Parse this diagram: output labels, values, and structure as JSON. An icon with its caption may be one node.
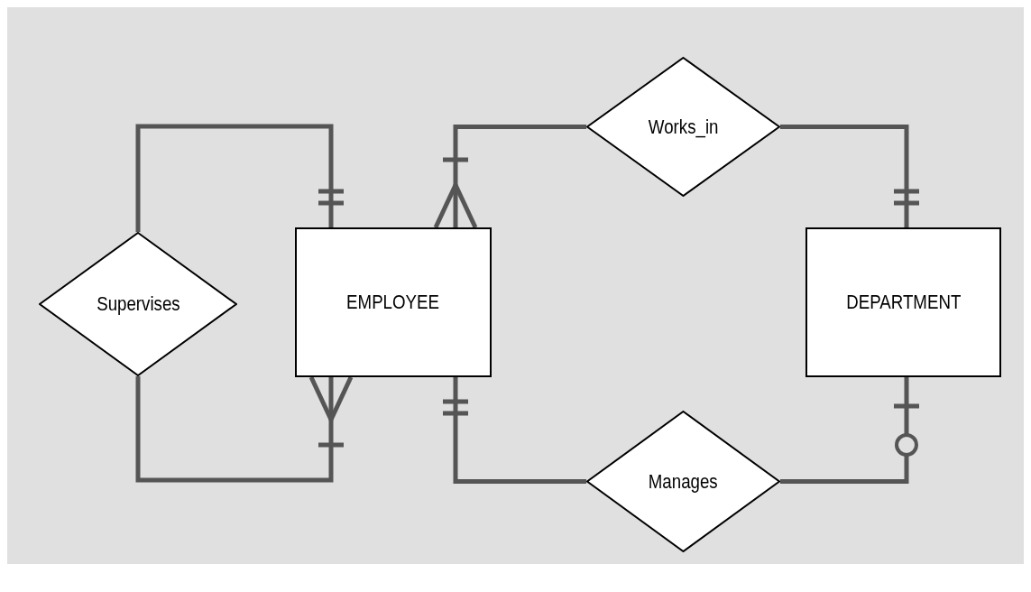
{
  "diagram": {
    "nodes": [
      {
        "text": [
          "Supervises"
        ]
      },
      {
        "text": [
          "EMPLOYEE"
        ]
      },
      {
        "text": [
          "Works_in"
        ]
      },
      {
        "text": [
          "DEPARTMENT"
        ]
      },
      {
        "text": [
          "Manages"
        ]
      }
    ],
    "edges": [
      {
        "from": 0,
        "to": 1,
        "arrow": "other"
      },
      {
        "from": 0,
        "to": 1,
        "arrow": "other"
      },
      {
        "from": 2,
        "to": 1,
        "arrow": "other"
      },
      {
        "from": 2,
        "to": 3,
        "arrow": "other"
      },
      {
        "from": 4,
        "to": 1,
        "arrow": "other"
      },
      {
        "from": 4,
        "to": 3,
        "arrow": "other"
      }
    ]
  }
}
